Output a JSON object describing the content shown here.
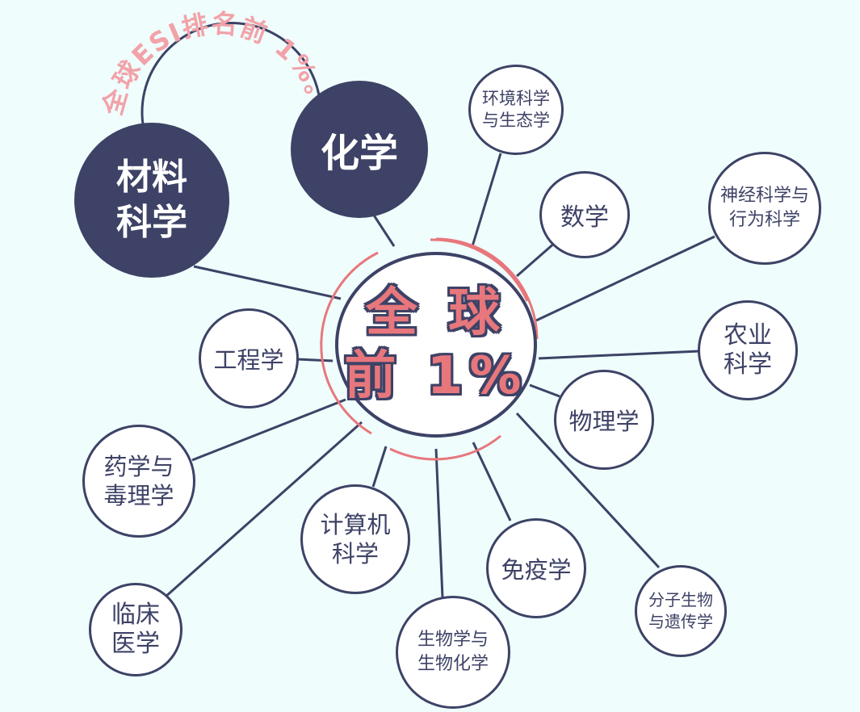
{
  "center": {
    "label": "全 球\n前 1%"
  },
  "arc_label": "全球ESI排名前 1%。",
  "colors": {
    "dark": "#3d4266",
    "accent": "#e7777c",
    "background": "#effdfc"
  },
  "nodes": [
    {
      "id": "materials",
      "label": "材料\n科学",
      "highlight": true
    },
    {
      "id": "chemistry",
      "label": "化学",
      "highlight": true
    },
    {
      "id": "environment",
      "label": "环境科学\n与生态学",
      "highlight": false
    },
    {
      "id": "math",
      "label": "数学",
      "highlight": false
    },
    {
      "id": "neuro",
      "label": "神经科学与\n行为科学",
      "highlight": false
    },
    {
      "id": "agriculture",
      "label": "农业\n科学",
      "highlight": false
    },
    {
      "id": "physics",
      "label": "物理学",
      "highlight": false
    },
    {
      "id": "engineering",
      "label": "工程学",
      "highlight": false
    },
    {
      "id": "pharmacology",
      "label": "药学与\n毒理学",
      "highlight": false
    },
    {
      "id": "computer",
      "label": "计算机\n科学",
      "highlight": false
    },
    {
      "id": "immunology",
      "label": "免疫学",
      "highlight": false
    },
    {
      "id": "molecular",
      "label": "分子生物\n与遗传学",
      "highlight": false
    },
    {
      "id": "clinical",
      "label": "临床\n医学",
      "highlight": false
    },
    {
      "id": "biology",
      "label": "生物学与\n生物化学",
      "highlight": false
    }
  ]
}
